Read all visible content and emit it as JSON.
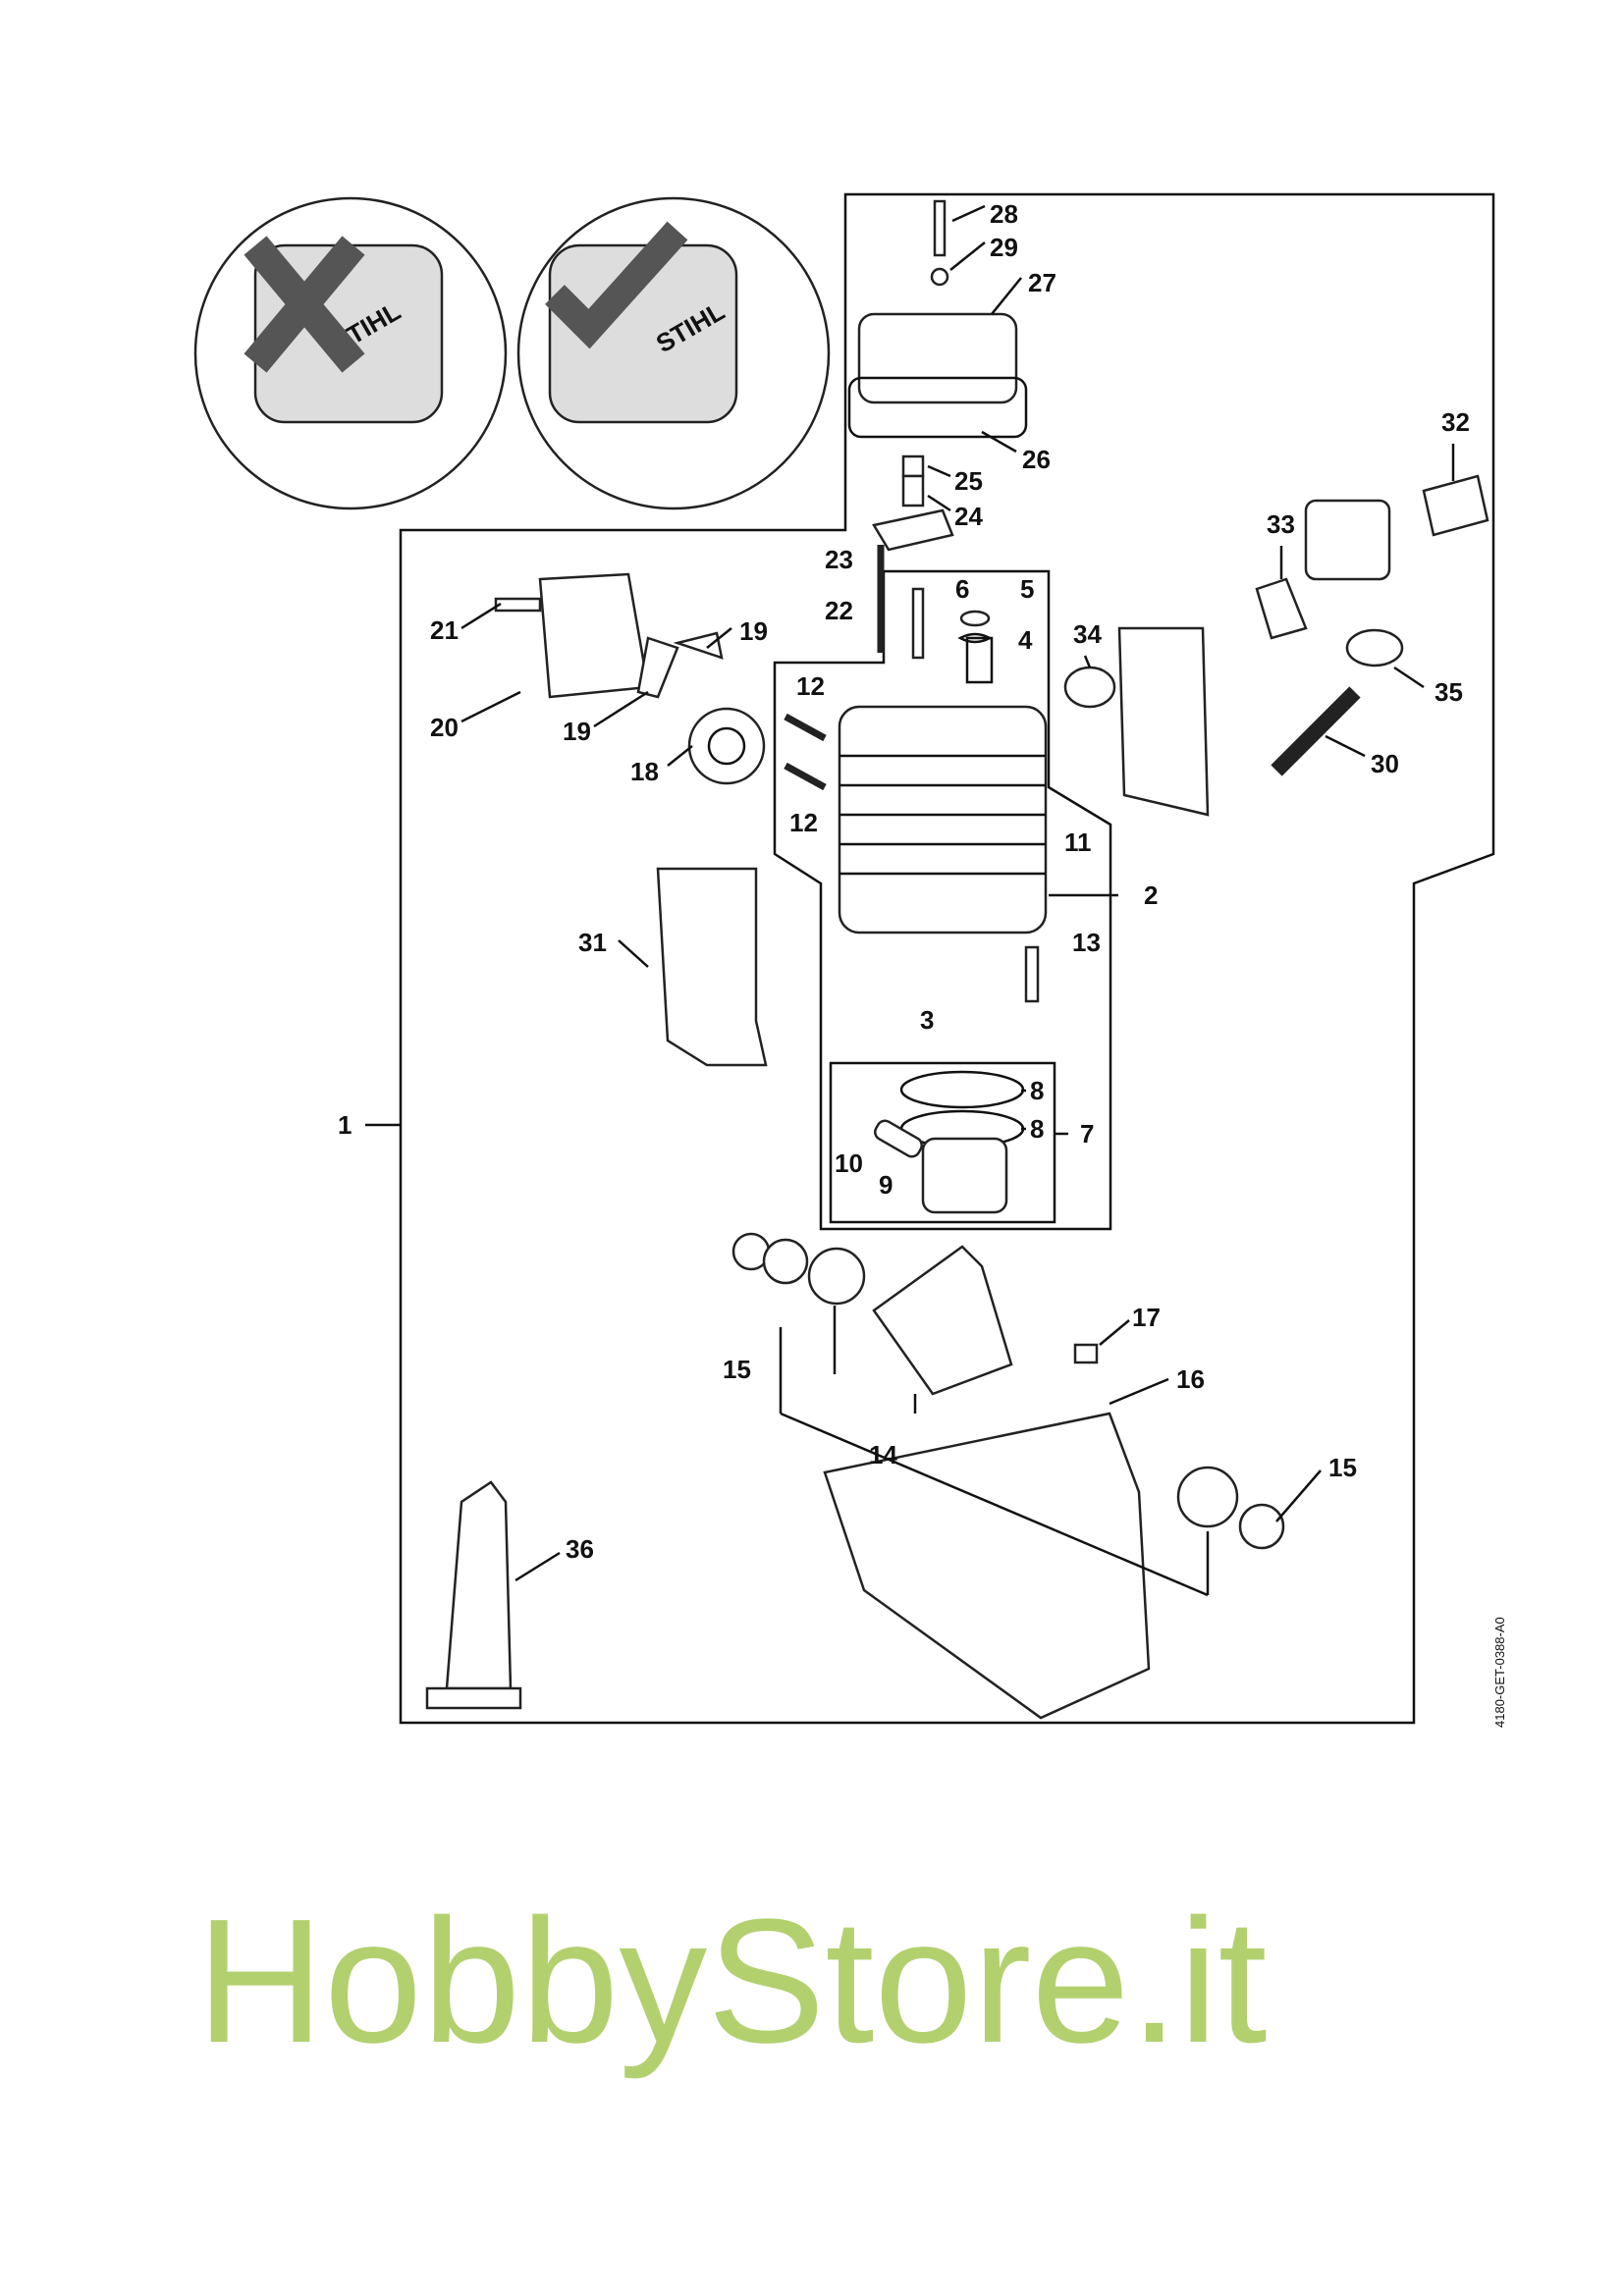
{
  "diagram": {
    "doc_code": "4180-GET-0388-A0",
    "watermark": "HobbyStore.it",
    "brand_on_images": "STIHL",
    "callouts": [
      "1",
      "2",
      "3",
      "4",
      "5",
      "6",
      "7",
      "8",
      "8",
      "9",
      "10",
      "11",
      "12",
      "12",
      "13",
      "14",
      "15",
      "15",
      "16",
      "17",
      "18",
      "19",
      "19",
      "20",
      "21",
      "22",
      "23",
      "24",
      "25",
      "26",
      "27",
      "28",
      "29",
      "30",
      "31",
      "32",
      "33",
      "34",
      "35",
      "36"
    ],
    "inset_icons": [
      "wrong-cross-icon",
      "correct-check-icon"
    ],
    "colors": {
      "watermark": "#b3d06f",
      "line": "#111111"
    }
  }
}
